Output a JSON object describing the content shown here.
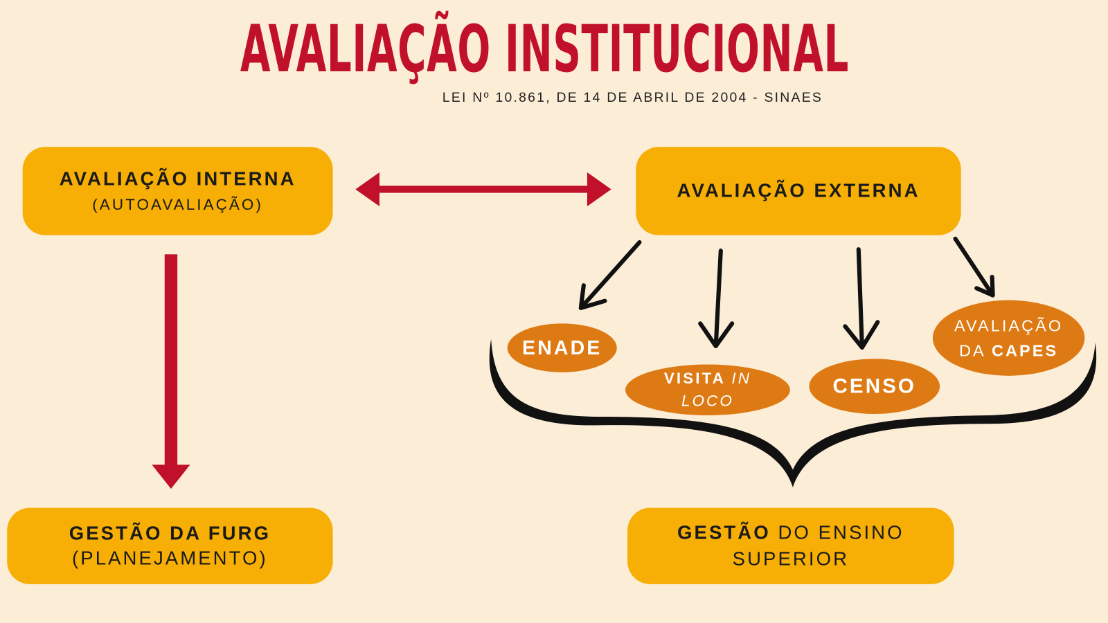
{
  "title": "AVALIAÇÃO INSTITUCIONAL",
  "subtitle": "LEI Nº 10.861, DE 14 DE ABRIL DE 2004 - SINAES",
  "internal": {
    "label": "AVALIAÇÃO INTERNA",
    "sub": "(AUTOAVALIAÇÃO)"
  },
  "external": {
    "label": "AVALIAÇÃO EXTERNA"
  },
  "furg": {
    "label": "GESTÃO DA FURG",
    "sub": "(PLANEJAMENTO)"
  },
  "ensino": {
    "bold": "GESTÃO",
    "rest": " DO ENSINO",
    "line2": "SUPERIOR"
  },
  "components": {
    "enade": "ENADE",
    "visita": {
      "bold": "VISITA ",
      "italic1": "IN",
      "italic2": "LOCO"
    },
    "censo": "CENSO",
    "capes": {
      "line1": "AVALIAÇÃO",
      "pre": "DA ",
      "bold": "CAPES"
    }
  },
  "colors": {
    "background": "#fcedd6",
    "box": "#f7af06",
    "ellipse": "#de7a14",
    "accent": "#c0102a"
  }
}
